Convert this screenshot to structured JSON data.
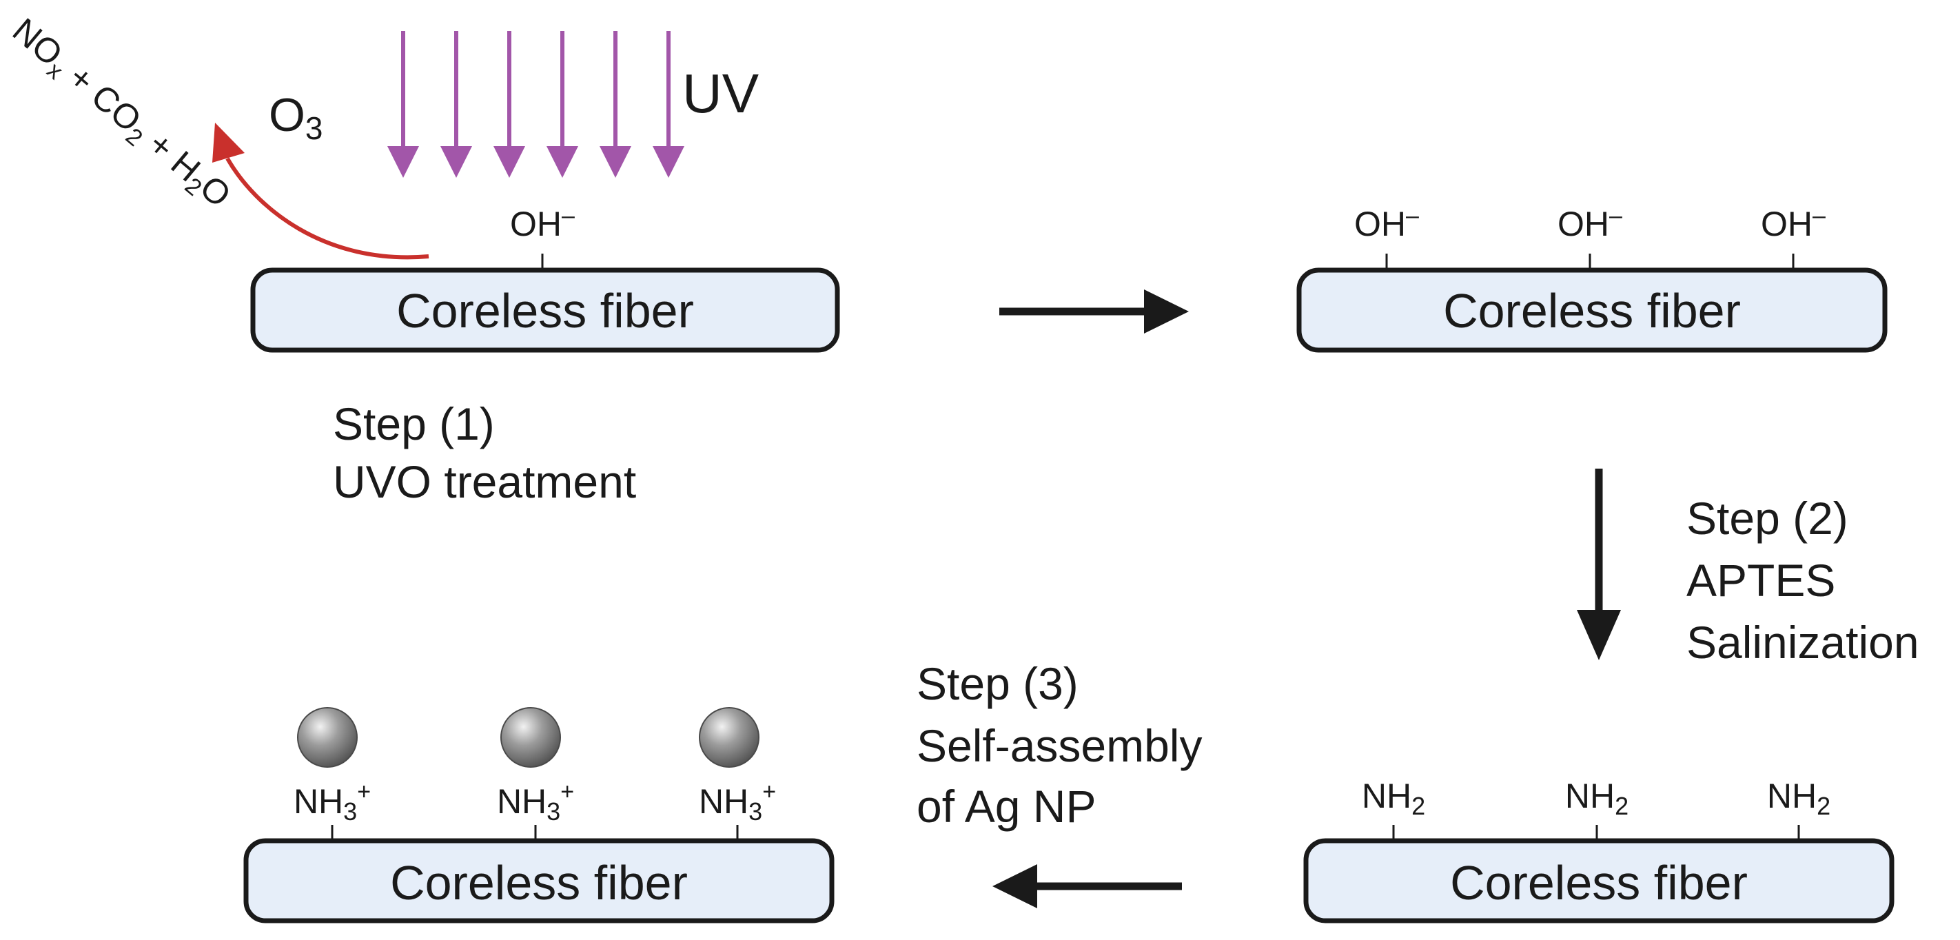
{
  "colors": {
    "uv_arrow": "#a256a9",
    "exhaust_arrow": "#c9302c",
    "fiber_fill": "#e6eef9",
    "outline": "#1a1a1a",
    "nanoparticle": "#8a8a8a"
  },
  "fiber_label": "Coreless fiber",
  "uv_label": "UV",
  "ozone": {
    "base": "O",
    "sub": "3"
  },
  "exhaust": {
    "no": "NO",
    "no_sub": "x",
    "plus1": " + ",
    "co": "CO",
    "co_sub": "2",
    "plus2": " + ",
    "h": "H",
    "h_sub": "2",
    "o": "O"
  },
  "oh": {
    "base": "OH",
    "sup": "–"
  },
  "nh2": {
    "base": "NH",
    "sub": "2"
  },
  "nh3": {
    "base": "NH",
    "sub": "3",
    "sup": "+"
  },
  "nanoparticle_icon": "silver-nanoparticle-icon",
  "steps": {
    "step1": {
      "line1": "Step (1)",
      "line2": "UVO treatment"
    },
    "step2": {
      "line1": "Step (2)",
      "line2": "APTES",
      "line3": "Salinization"
    },
    "step3": {
      "line1": "Step (3)",
      "line2": "Self-assembly",
      "line3": "of Ag NP"
    }
  }
}
